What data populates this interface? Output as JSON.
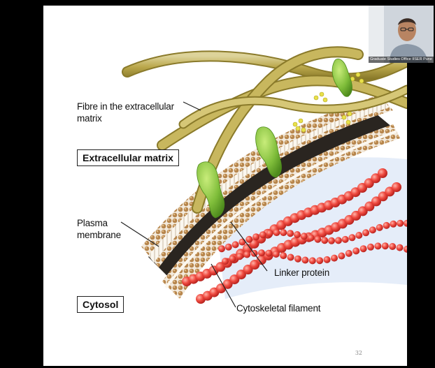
{
  "slide": {
    "labels": {
      "fibre": "Fibre in the extracellular matrix",
      "extracellular": "Extracellular matrix",
      "plasma": "Plasma membrane",
      "linker": "Linker protein",
      "cytosol": "Cytosol",
      "cytoskeletal": "Cytoskeletal filament"
    },
    "page_number": "32"
  },
  "video": {
    "caption": "Graduate Studies Office IISER Pune"
  },
  "colors": {
    "fibre": "#b9a64a",
    "membrane_head": "#b7864d",
    "linker_protein": "#7fbd3a",
    "filament": "#e8413d",
    "sugar": "#e8e04a"
  }
}
